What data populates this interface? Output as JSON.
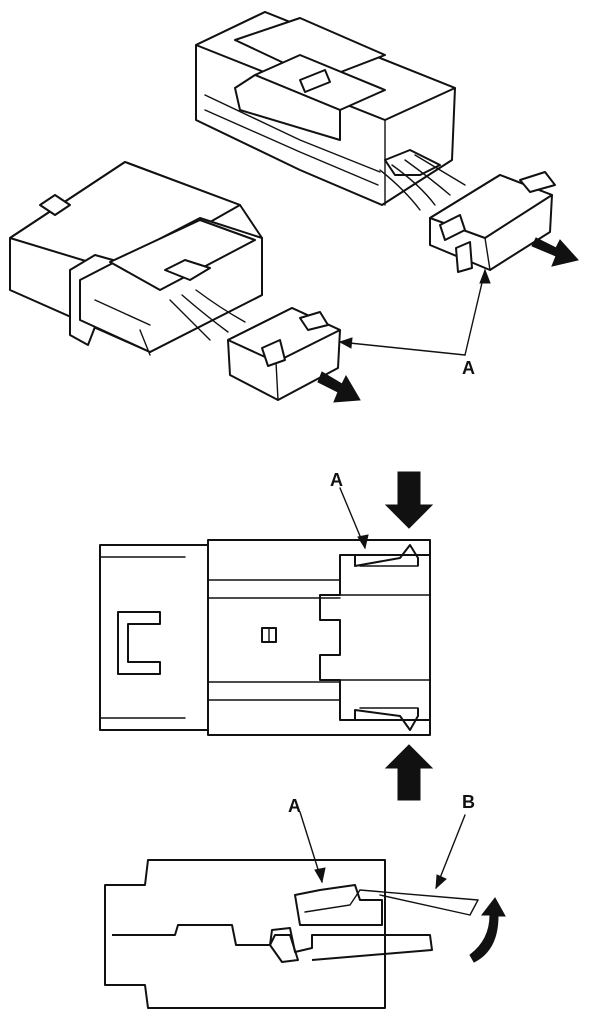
{
  "figure_top": {
    "callout_label": "A",
    "components": [
      "connector-large",
      "connector-small",
      "retainer-left",
      "retainer-right"
    ]
  },
  "figure_middle": {
    "callout_label": "A",
    "arrow_count": 2
  },
  "figure_bottom": {
    "callout_label_a": "A",
    "callout_label_b": "B"
  }
}
